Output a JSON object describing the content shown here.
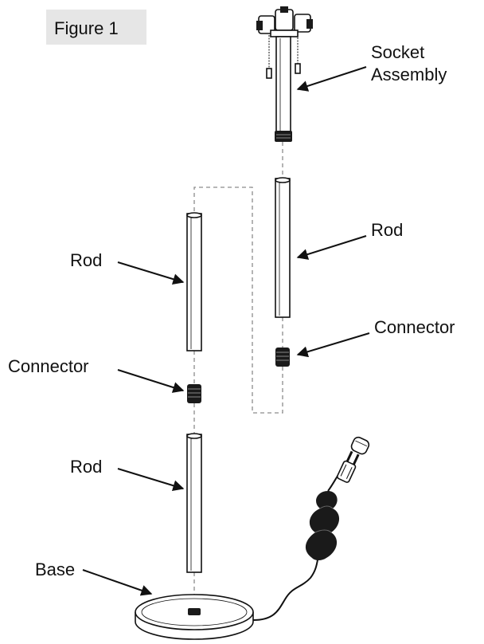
{
  "figure_title": "Figure 1",
  "labels": {
    "socket_assembly_line1": "Socket",
    "socket_assembly_line2": "Assembly",
    "rod_right": "Rod",
    "connector_right": "Connector",
    "rod_left_upper": "Rod",
    "connector_left": "Connector",
    "rod_left_lower": "Rod",
    "base": "Base"
  },
  "colors": {
    "line": "#111111",
    "dashed_guide": "#8c8c8c",
    "title_box": "#e6e6e6"
  }
}
